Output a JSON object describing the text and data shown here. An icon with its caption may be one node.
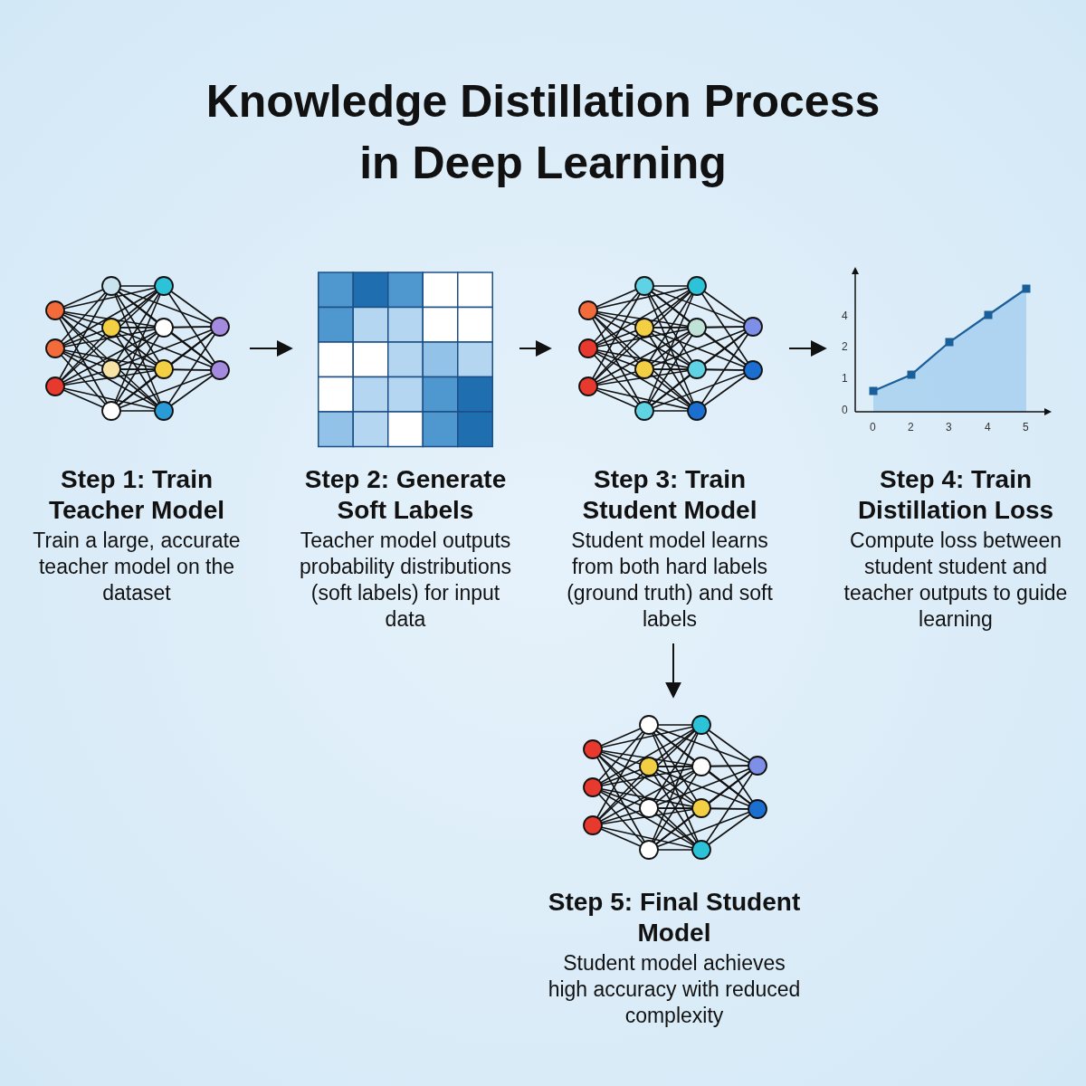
{
  "diagram": {
    "title": "Knowledge Distillation Process in Deep Learning",
    "nodes": [
      {
        "text": [
          "Step 1: Train Teacher Model",
          "Train a large, accurate teacher model on the dataset"
        ]
      },
      {
        "text": [
          "Step 2: Generate Soft Labels",
          "Teacher model outputs probability distributions (soft labels) for input data"
        ]
      },
      {
        "text": [
          "Step 3: Train Student Model",
          "Student model learns from both hard labels (ground truth) and soft labels"
        ]
      },
      {
        "text": [
          "Step 4: Train Distillation Loss",
          "Compute loss between student student and teacher outputs to guide learning"
        ]
      },
      {
        "text": [
          "Step 5: Final Student Model",
          "Student model achieves high accuracy with reduced complexity"
        ]
      }
    ],
    "edges": [
      {
        "from": 0,
        "to": 1,
        "arrow": "to"
      },
      {
        "from": 1,
        "to": 2,
        "arrow": "to"
      },
      {
        "from": 2,
        "to": 3,
        "arrow": "to"
      },
      {
        "from": 2,
        "to": 4,
        "arrow": "to"
      }
    ],
    "labels": [
      "4",
      "2",
      "1",
      "0",
      "0",
      "2",
      "3",
      "4",
      "5"
    ]
  }
}
